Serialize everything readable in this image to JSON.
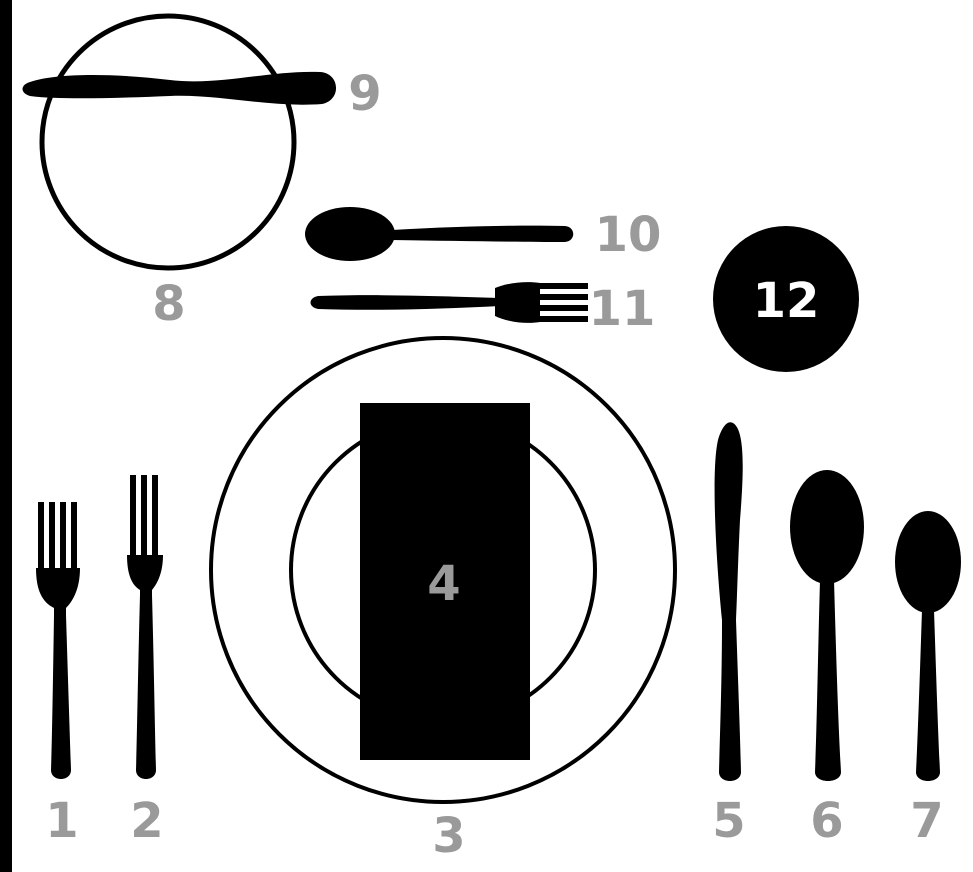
{
  "labels": {
    "fork_1": "1",
    "fork_2": "2",
    "dinner_plate": "3",
    "napkin": "4",
    "knife": "5",
    "spoon_6": "6",
    "spoon_7": "7",
    "bread_plate": "8",
    "butter_knife": "9",
    "dessert_spoon": "10",
    "dessert_fork": "11",
    "glass": "12"
  },
  "colors": {
    "background": "#ffffff",
    "ink": "#000000",
    "label": "#9a9a9a",
    "label_on_dark": "#ffffff"
  }
}
